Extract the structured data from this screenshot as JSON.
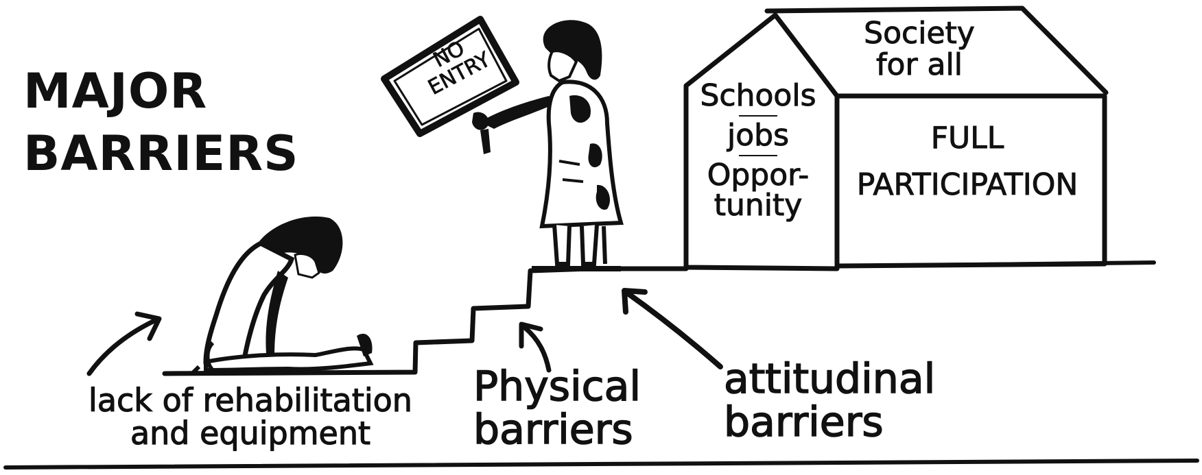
{
  "title": {
    "line1": "MAJOR",
    "line2": "BARRIERS"
  },
  "sign": {
    "line1": "NO",
    "line2": "ENTRY"
  },
  "house": {
    "roof": {
      "line1": "Society",
      "line2": "for all"
    },
    "left_panel": [
      "Schools",
      "jobs",
      "Opportunity"
    ],
    "left_panel_display": {
      "item1": "Schools",
      "item2": "jobs",
      "item3a": "Oppor-",
      "item3b": "tunity"
    },
    "main_panel": {
      "line1": "FULL",
      "line2": "PARTICIPATION"
    }
  },
  "captions": {
    "rehab": {
      "line1": "lack of rehabilitation",
      "line2": "and equipment"
    },
    "physical": {
      "line1": "Physical",
      "line2": "barriers"
    },
    "attitudinal": {
      "line1": "attitudinal",
      "line2": "barriers"
    }
  },
  "colors": {
    "ink": "#111111",
    "paper": "#ffffff"
  }
}
